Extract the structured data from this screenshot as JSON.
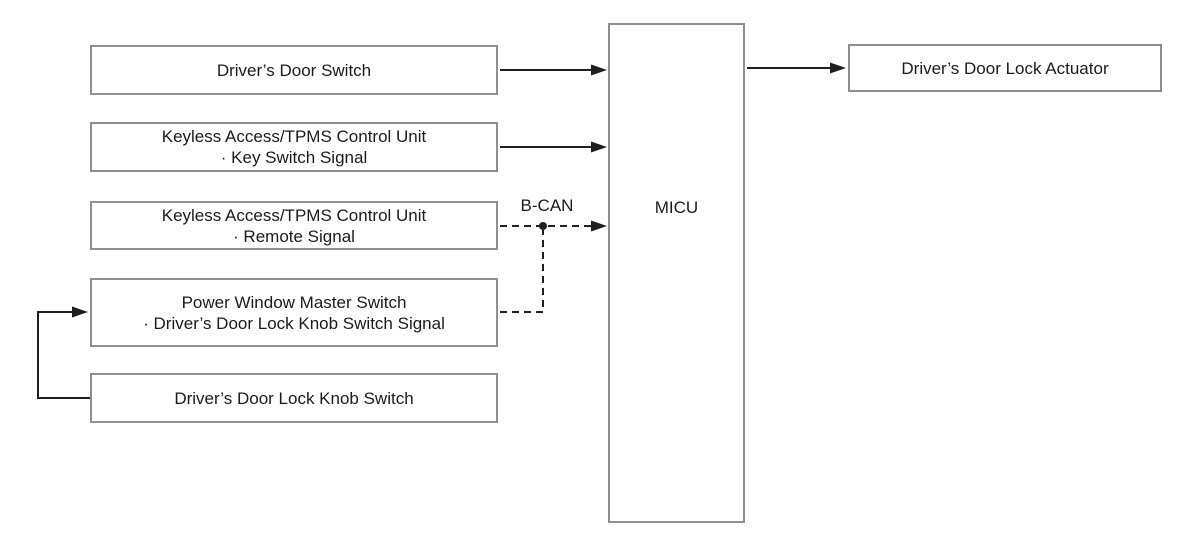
{
  "diagram": {
    "bus_label": "B-CAN",
    "nodes": {
      "driver_door_switch": {
        "label": "Driver’s Door Switch"
      },
      "keyless_key": {
        "line1": "Keyless Access/TPMS Control Unit",
        "line2": "· Key Switch Signal"
      },
      "keyless_remote": {
        "line1": "Keyless Access/TPMS Control Unit",
        "line2": "· Remote Signal"
      },
      "power_window_master": {
        "line1": "Power Window Master Switch",
        "line2": "· Driver’s Door Lock Knob Switch Signal"
      },
      "lock_knob_switch": {
        "label": "Driver’s Door Lock Knob Switch"
      },
      "micu": {
        "label": "MICU"
      },
      "lock_actuator": {
        "label": "Driver’s Door Lock Actuator"
      }
    },
    "edges": [
      {
        "from": "driver_door_switch",
        "to": "micu",
        "style": "solid",
        "arrow": true
      },
      {
        "from": "keyless_key",
        "to": "micu",
        "style": "solid",
        "arrow": true
      },
      {
        "from": "keyless_remote",
        "to": "micu",
        "style": "dashed",
        "arrow": true,
        "label": "B-CAN"
      },
      {
        "from": "power_window_master",
        "to": "keyless_remote_edge_junction",
        "style": "dashed",
        "arrow": false
      },
      {
        "from": "lock_knob_switch",
        "to": "power_window_master",
        "style": "solid",
        "arrow": true
      },
      {
        "from": "micu",
        "to": "lock_actuator",
        "style": "solid",
        "arrow": true
      }
    ],
    "colors": {
      "background": "#ffffff",
      "box_border": "#8f8f8f",
      "text": "#1b1b1b",
      "line": "#1f1f1f"
    }
  }
}
